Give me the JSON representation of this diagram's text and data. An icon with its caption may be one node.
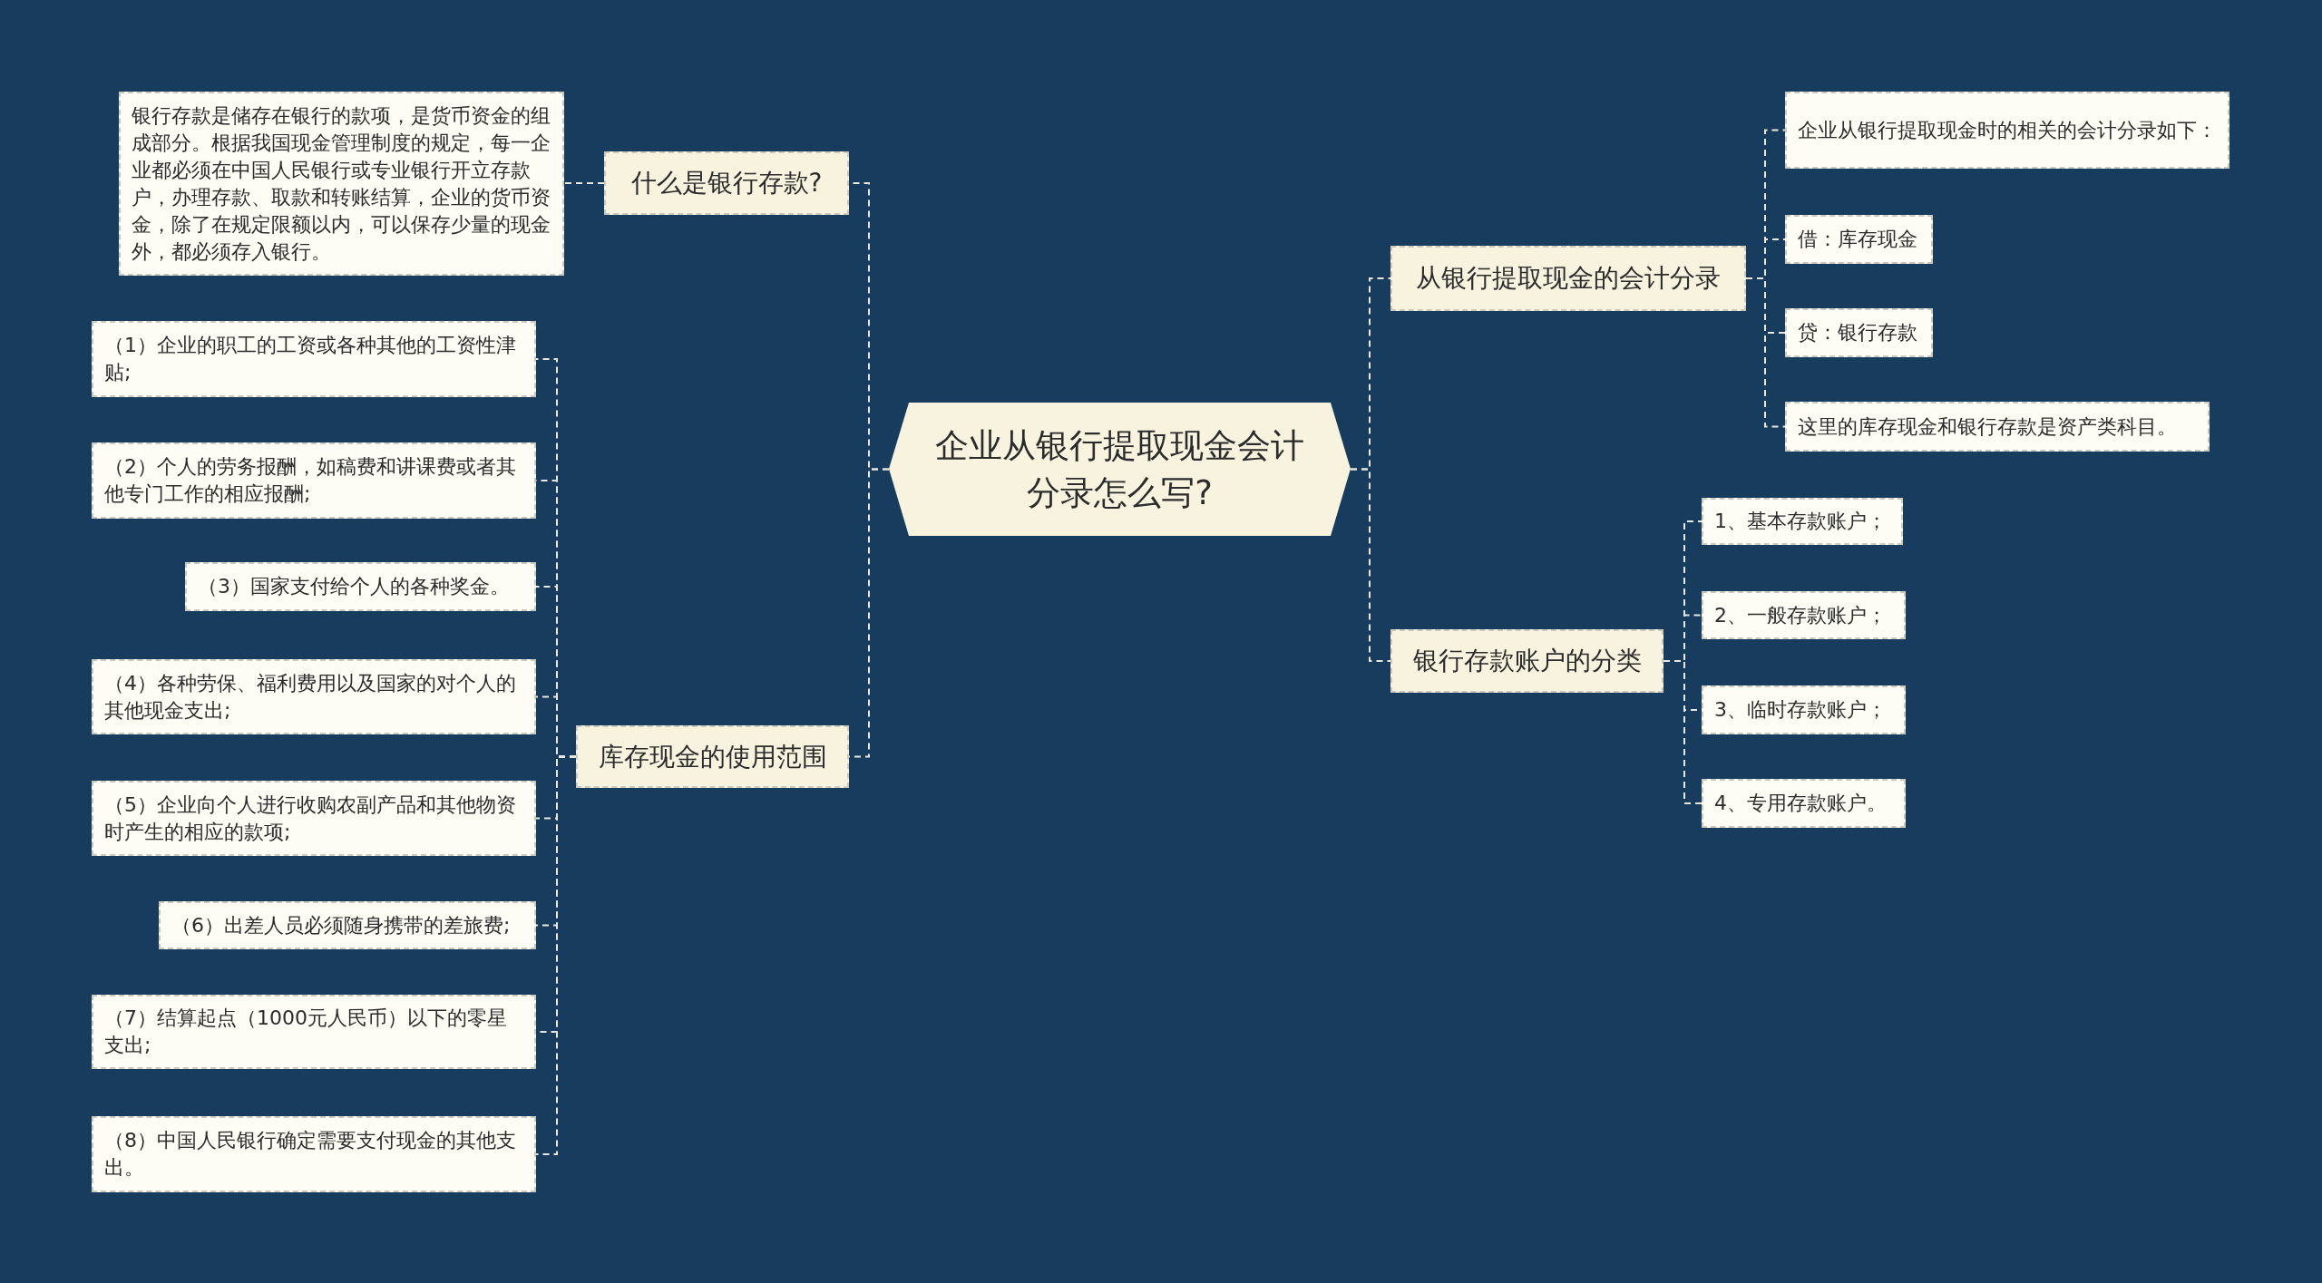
{
  "diagram": {
    "nodes": [
      {
        "text": [
          "企业从银行提取现金会计分录怎么写?"
        ]
      },
      {
        "text": [
          "什么是银行存款?"
        ]
      },
      {
        "text": [
          "银行存款是储存在银行的款项，是货币资金的组成部分。根据我国现金管理制度的规定，每一企业都必须在中国人民银行或专业银行开立存款户，办理存款、取款和转账结算，企业的货币资金，除了在规定限额以内，可以保存少量的现金外，都必须存入银行。"
        ]
      },
      {
        "text": [
          "库存现金的使用范围"
        ]
      },
      {
        "text": [
          "（1）企业的职工的工资或各种其他的工资性津贴;"
        ]
      },
      {
        "text": [
          "（2）个人的劳务报酬，如稿费和讲课费或者其他专门工作的相应报酬;"
        ]
      },
      {
        "text": [
          "（3）国家支付给个人的各种奖金。"
        ]
      },
      {
        "text": [
          "（4）各种劳保、福利费用以及国家的对个人的其他现金支出;"
        ]
      },
      {
        "text": [
          "（5）企业向个人进行收购农副产品和其他物资时产生的相应的款项;"
        ]
      },
      {
        "text": [
          "（6）出差人员必须随身携带的差旅费;"
        ]
      },
      {
        "text": [
          "（7）结算起点（1000元人民币）以下的零星支出;"
        ]
      },
      {
        "text": [
          "（8）中国人民银行确定需要支付现金的其他支出。"
        ]
      },
      {
        "text": [
          "从银行提取现金的会计分录"
        ]
      },
      {
        "text": [
          "企业从银行提取现金时的相关的会计分录如下："
        ]
      },
      {
        "text": [
          "借：库存现金"
        ]
      },
      {
        "text": [
          "贷：银行存款"
        ]
      },
      {
        "text": [
          "这里的库存现金和银行存款是资产类科目。"
        ]
      },
      {
        "text": [
          "银行存款账户的分类"
        ]
      },
      {
        "text": [
          "1、基本存款账户；"
        ]
      },
      {
        "text": [
          "2、一般存款账户；"
        ]
      },
      {
        "text": [
          "3、临时存款账户；"
        ]
      },
      {
        "text": [
          "4、专用存款账户。"
        ]
      }
    ],
    "edges": [
      {
        "from": 0,
        "to": 1,
        "arrow": "none"
      },
      {
        "from": 0,
        "to": 3,
        "arrow": "none"
      },
      {
        "from": 0,
        "to": 12,
        "arrow": "none"
      },
      {
        "from": 0,
        "to": 17,
        "arrow": "none"
      },
      {
        "from": 1,
        "to": 2,
        "arrow": "none"
      },
      {
        "from": 3,
        "to": 4,
        "arrow": "none"
      },
      {
        "from": 3,
        "to": 5,
        "arrow": "none"
      },
      {
        "from": 3,
        "to": 6,
        "arrow": "none"
      },
      {
        "from": 3,
        "to": 7,
        "arrow": "none"
      },
      {
        "from": 3,
        "to": 8,
        "arrow": "none"
      },
      {
        "from": 3,
        "to": 9,
        "arrow": "none"
      },
      {
        "from": 3,
        "to": 10,
        "arrow": "none"
      },
      {
        "from": 3,
        "to": 11,
        "arrow": "none"
      },
      {
        "from": 12,
        "to": 13,
        "arrow": "none"
      },
      {
        "from": 12,
        "to": 14,
        "arrow": "none"
      },
      {
        "from": 12,
        "to": 15,
        "arrow": "none"
      },
      {
        "from": 12,
        "to": 16,
        "arrow": "none"
      },
      {
        "from": 17,
        "to": 18,
        "arrow": "none"
      },
      {
        "from": 17,
        "to": 19,
        "arrow": "none"
      },
      {
        "from": 17,
        "to": 20,
        "arrow": "none"
      },
      {
        "from": 17,
        "to": 21,
        "arrow": "none"
      }
    ]
  }
}
